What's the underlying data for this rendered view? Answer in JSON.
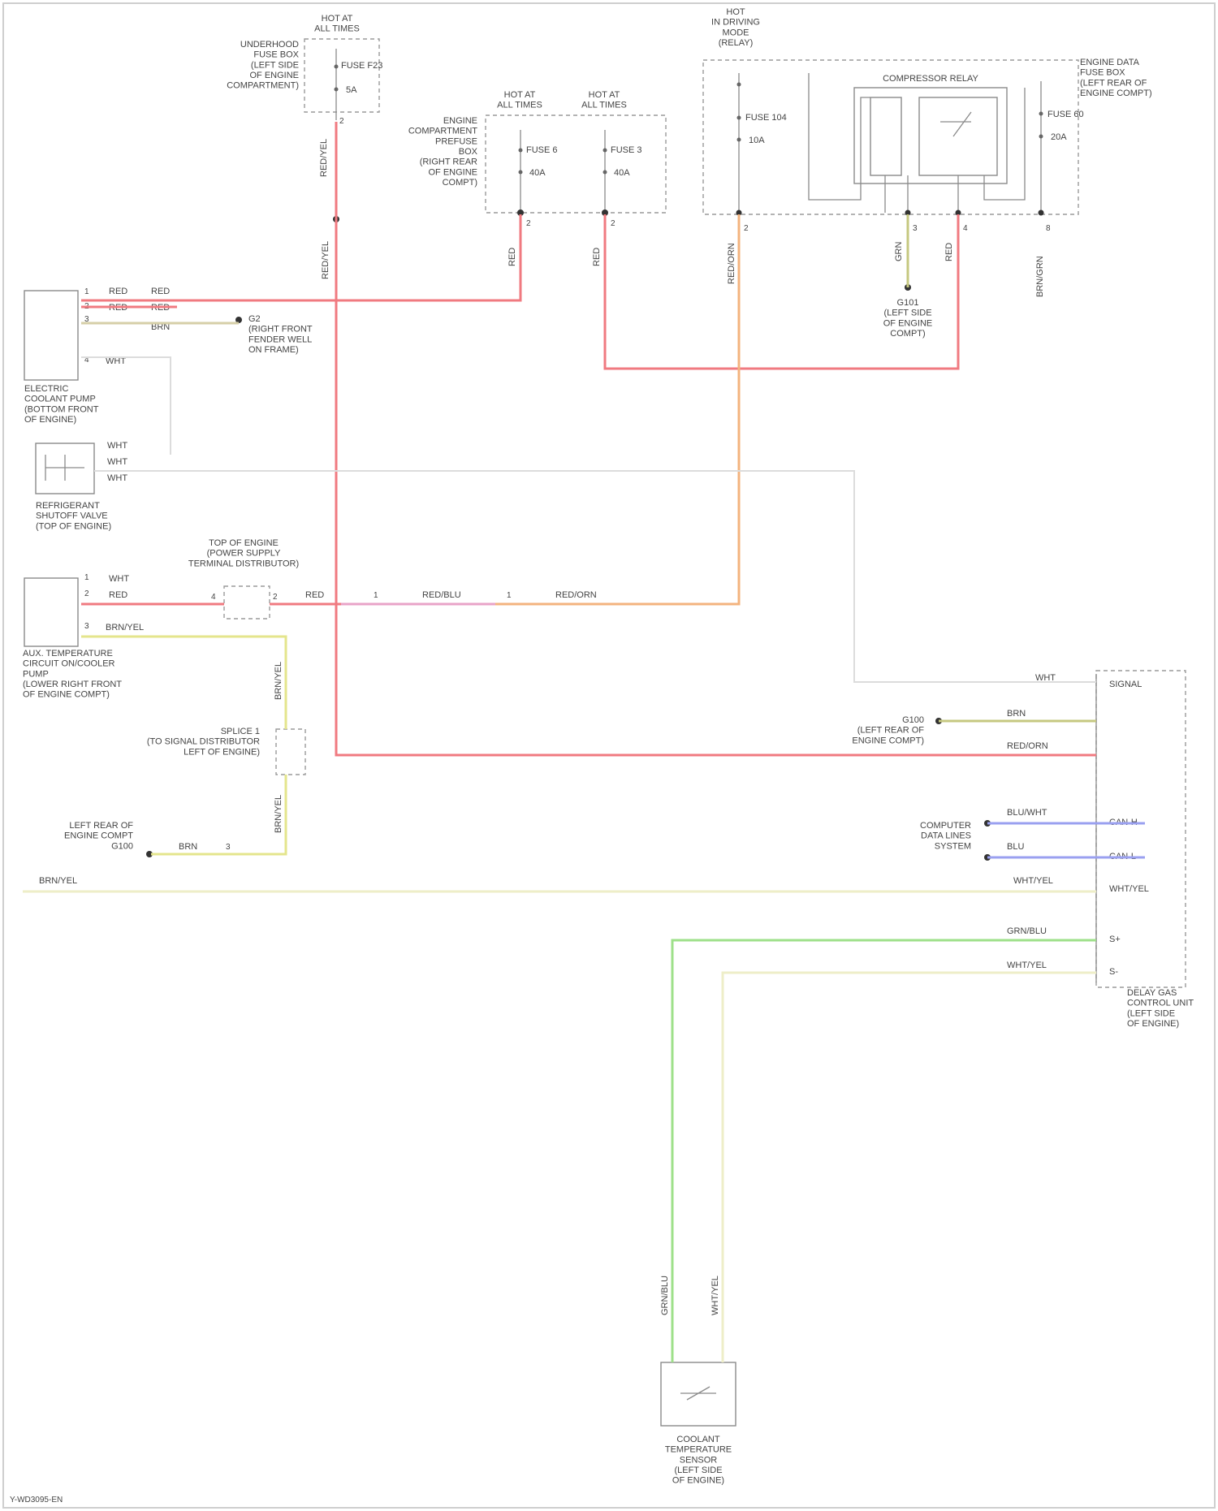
{
  "labels": {
    "fuse_top_header": "HOT AT\nALL TIMES",
    "fuse_top_loc": "UNDERHOOD\nFUSE BOX\n(LEFT SIDE\nOF ENGINE\nCOMPARTMENT)",
    "fuse_top_fuse": "FUSE F23",
    "fuse_top_amp": "5A",
    "fuse_top_wire": "RED/YEL",
    "fuse_mid1_header": "HOT AT\nALL TIMES",
    "fuse_mid2_header": "HOT AT\nALL TIMES",
    "fuse_mid_loc": "ENGINE\nCOMPARTMENT\nPREFUSE\nBOX\n(RIGHT REAR\nOF ENGINE\nCOMPT)",
    "fuse_mid1_fuse": "FUSE 6",
    "fuse_mid1_amp": "40A",
    "fuse_mid2_fuse": "FUSE 3",
    "fuse_mid2_amp": "40A",
    "fuse_mid1_wire": "RED",
    "fuse_mid2_wire": "RED",
    "relay_header": "HOT\nIN DRIVING\nMODE\n(RELAY)",
    "relay_fuse": "FUSE 104",
    "relay_amp": "10A",
    "relay_wire": "RED/ORN",
    "compressor_relay": "COMPRESSOR RELAY",
    "relay_fuse2": "FUSE 60",
    "relay_amp2": "20A",
    "ecm_fuse_box_loc": "ENGINE DATA\nFUSE BOX\n(LEFT REAR OF\nENGINE COMPT)",
    "relay_pin_wire1": "GRN",
    "relay_pin_wire2": "RED",
    "relay_pin_wire3": "BRN/GRN",
    "ground_g1": "G101\n(LEFT SIDE\nOF ENGINE\nCOMPT)",
    "air_pump_label": "ELECTRIC\nCOOLANT PUMP\n(BOTTOM FRONT\nOF ENGINE)",
    "air_pump_wire1": "RED",
    "air_pump_wire2": "RED",
    "air_pump_wire3": "BRN",
    "air_pump_wire4": "WHT",
    "red_wire_mid1": "RED",
    "red_wire_mid2": "RED",
    "ground_g2": "G2\n(RIGHT FRONT\nFENDER WELL\nON FRAME)",
    "valve_label": "REFRIGERANT\nSHUTOFF VALVE\n(TOP OF ENGINE)",
    "valve_wire1": "WHT",
    "valve_wire2": "WHT",
    "valve_wire3": "WHT",
    "connector_label": "TOP OF ENGINE\n(POWER SUPPLY\nTERMINAL DISTRIBUTOR)",
    "aux_pump_label": "AUX. TEMPERATURE\nCIRCUIT ON/COOLER\nPUMP\n(LOWER RIGHT FRONT\nOF ENGINE COMPT)",
    "aux_pump_wire1": "WHT",
    "aux_pump_wire2": "RED",
    "aux_pump_wire3": "BRN/YEL",
    "orn_wire1": "RED",
    "orn_wire2": "RED/BLU",
    "orn_wire3": "RED/ORN",
    "splice_label": "SPLICE 1\n(TO SIGNAL DISTRIBUTOR\nLEFT OF ENGINE)",
    "ground_g3": "LEFT REAR OF\nENGINE COMPT\nG100",
    "ground_g3_wire": "BRN",
    "brn_wire_long": "BRN/YEL",
    "brn_wire_long2": "WHT/YEL",
    "ecm_label": "DELAY GAS\nCONTROL UNIT\n(LEFT SIDE\nOF ENGINE)",
    "ecm_pin_wht": "WHT",
    "ecm_pin_brn": "BRN",
    "ecm_pin_rednrn": "RED/ORN",
    "ecm_ground": "G100\n(LEFT REAR OF\nENGINE COMPT)",
    "can_label": "COMPUTER\nDATA LINES\nSYSTEM",
    "can_wire1": "BLU/WHT",
    "can_wire2": "BLU",
    "can_pin1": "CAN-H",
    "can_pin2": "CAN-L",
    "sensor_wire1": "GRN/BLU",
    "sensor_wire2": "WHT/YEL",
    "sensor_pin1": "S+",
    "sensor_pin2": "S-",
    "ecm_pin_wht2": "WHT/YEL",
    "ecm_pin_sig": "SIGNAL",
    "bottom_wire1": "GRN/BLU",
    "bottom_wire2": "WHT/YEL",
    "sensor_label": "COOLANT\nTEMPERATURE\nSENSOR\n(LEFT SIDE\nOF ENGINE)",
    "footer_code": "Y-WD3095-EN"
  },
  "colors": {
    "red": "#f07a80",
    "orange": "#f3b37e",
    "yellow": "#e4e58c",
    "blue": "#9aa0f0",
    "green": "#9ee08a"
  }
}
